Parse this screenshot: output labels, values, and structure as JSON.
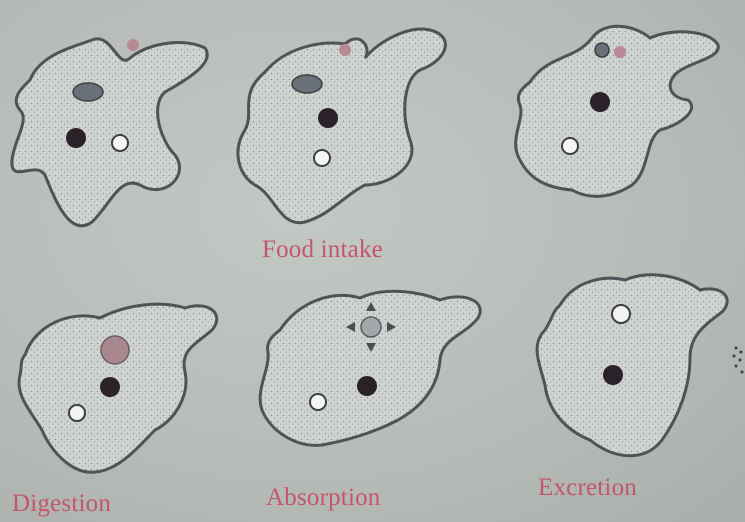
{
  "labels": {
    "food_intake": "Food intake",
    "digestion": "Digestion",
    "absorption": "Absorption",
    "excretion": "Excretion"
  },
  "colors": {
    "background": "#b7bcb8",
    "cell_fill": "#cfd3d0",
    "cell_outline": "#4f5357",
    "nucleus": "#2a2228",
    "food_particle": "#b98a95",
    "label_text": "#c4566b"
  }
}
